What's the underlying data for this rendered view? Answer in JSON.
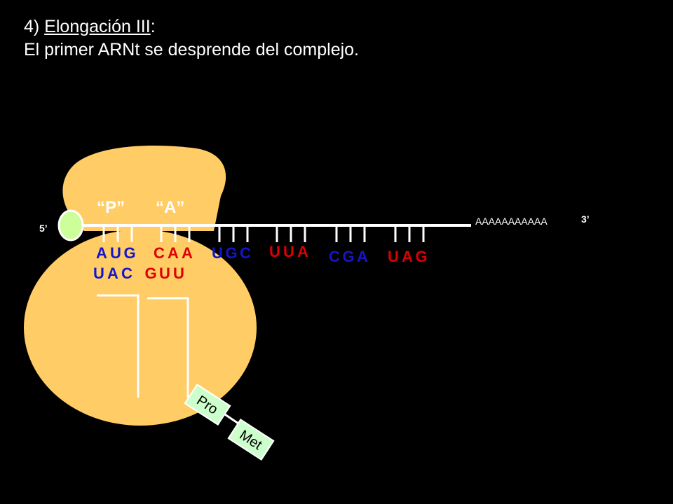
{
  "title": {
    "number": "4) ",
    "heading": "Elongación III",
    "colon": ":",
    "subtitle": "El primer ARNt se desprende del complejo."
  },
  "colors": {
    "ribosome": "#FFCC66",
    "cap": "#CCFF99",
    "amino_acid_box": "#CCFFCC",
    "blue": "#1515CC",
    "red": "#DD0000"
  },
  "ribosome": {
    "site_p": "“P”",
    "site_a": "“A”"
  },
  "mrna": {
    "five_prime": "5’",
    "three_prime": "3’",
    "poly_a": "AAAAAAAAAAA",
    "codons": [
      {
        "bases": [
          "A",
          "U",
          "G"
        ],
        "color": "#1515CC"
      },
      {
        "bases": [
          "C",
          "A",
          "A"
        ],
        "color": "#DD0000"
      },
      {
        "bases": [
          "U",
          "G",
          "C"
        ],
        "color": "#1515CC"
      },
      {
        "bases": [
          "U",
          "U",
          "A"
        ],
        "color": "#DD0000"
      },
      {
        "bases": [
          "C",
          "G",
          "A"
        ],
        "color": "#1515CC"
      },
      {
        "bases": [
          "U",
          "A",
          "G"
        ],
        "color": "#DD0000"
      }
    ]
  },
  "trna": {
    "anticodons": [
      {
        "bases": [
          "U",
          "A",
          "C"
        ],
        "color": "#1515CC"
      },
      {
        "bases": [
          "G",
          "U",
          "U"
        ],
        "color": "#DD0000"
      }
    ]
  },
  "peptide": {
    "amino_acids": [
      "Pro",
      "Met"
    ]
  }
}
